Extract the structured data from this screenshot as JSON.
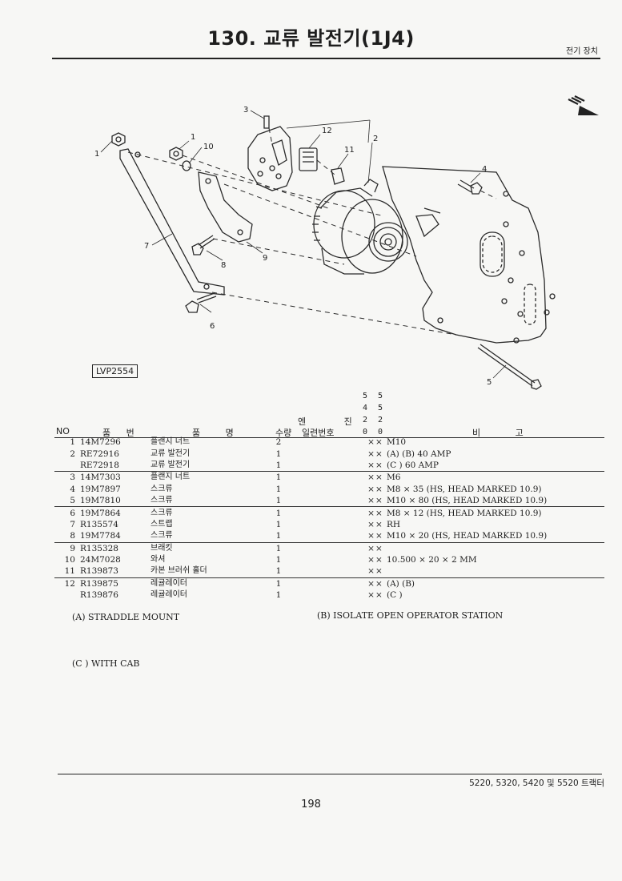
{
  "header": {
    "title": "130. 교류 발전기(1J4)",
    "section": "전기 장치"
  },
  "diagram": {
    "code": "LVP2554",
    "callouts": [
      "1",
      "1",
      "2",
      "3",
      "4",
      "5",
      "6",
      "7",
      "8",
      "9",
      "10",
      "11",
      "12"
    ]
  },
  "table": {
    "model_columns": [
      [
        "5",
        "4",
        "2",
        "0"
      ],
      [
        "5",
        "5",
        "2",
        "0"
      ]
    ],
    "headers": {
      "no": "NO",
      "part_number": "품 번",
      "part_name": "품 명",
      "qty": "수량",
      "engine": "엔 진",
      "serial": "일련번호",
      "remarks": "비 고"
    },
    "rows": [
      {
        "no": "1",
        "pn": "14M7296",
        "name": "플랜지 너트",
        "qty": "2",
        "m1": "×",
        "m2": "×",
        "remark": "M10",
        "sep": false
      },
      {
        "no": "2",
        "pn": "RE72916",
        "name": "교류 발전기",
        "qty": "1",
        "m1": "×",
        "m2": "×",
        "remark": "(A) (B) 40 AMP",
        "sep": false
      },
      {
        "no": "",
        "pn": "RE72918",
        "name": "교류 발전기",
        "qty": "1",
        "m1": "×",
        "m2": "×",
        "remark": "(C ) 60 AMP",
        "sep": false
      },
      {
        "no": "3",
        "pn": "14M7303",
        "name": "플랜지 너트",
        "qty": "1",
        "m1": "×",
        "m2": "×",
        "remark": "M6",
        "sep": true
      },
      {
        "no": "4",
        "pn": "19M7897",
        "name": "스크류",
        "qty": "1",
        "m1": "×",
        "m2": "×",
        "remark": "M8 × 35 (HS, HEAD MARKED 10.9)",
        "sep": false
      },
      {
        "no": "5",
        "pn": "19M7810",
        "name": "스크류",
        "qty": "1",
        "m1": "×",
        "m2": "×",
        "remark": "M10 × 80 (HS, HEAD MARKED 10.9)",
        "sep": false
      },
      {
        "no": "6",
        "pn": "19M7864",
        "name": "스크류",
        "qty": "1",
        "m1": "×",
        "m2": "×",
        "remark": "M8 × 12 (HS, HEAD MARKED 10.9)",
        "sep": true
      },
      {
        "no": "7",
        "pn": "R135574",
        "name": "스트랩",
        "qty": "1",
        "m1": "×",
        "m2": "×",
        "remark": "RH",
        "sep": false
      },
      {
        "no": "8",
        "pn": "19M7784",
        "name": "스크류",
        "qty": "1",
        "m1": "×",
        "m2": "×",
        "remark": "M10 × 20 (HS, HEAD MARKED 10.9)",
        "sep": false
      },
      {
        "no": "9",
        "pn": "R135328",
        "name": "브래킷",
        "qty": "1",
        "m1": "×",
        "m2": "×",
        "remark": "",
        "sep": true
      },
      {
        "no": "10",
        "pn": "24M7028",
        "name": "와셔",
        "qty": "1",
        "m1": "×",
        "m2": "×",
        "remark": "10.500 × 20 × 2 MM",
        "sep": false
      },
      {
        "no": "11",
        "pn": "R139873",
        "name": "카본 브러쉬 홀더",
        "qty": "1",
        "m1": "×",
        "m2": "×",
        "remark": "",
        "sep": false
      },
      {
        "no": "12",
        "pn": "R139875",
        "name": "레귤레이터",
        "qty": "1",
        "m1": "×",
        "m2": "×",
        "remark": "(A) (B)",
        "sep": true
      },
      {
        "no": "",
        "pn": "R139876",
        "name": "레귤레이터",
        "qty": "1",
        "m1": "×",
        "m2": "×",
        "remark": "(C )",
        "sep": false
      }
    ]
  },
  "notes": {
    "a": "(A) STRADDLE MOUNT",
    "b": "(B) ISOLATE OPEN OPERATOR STATION",
    "c": "(C ) WITH CAB"
  },
  "footer": {
    "models": "5220, 5320, 5420 및 5520 트랙터",
    "page": "198"
  }
}
